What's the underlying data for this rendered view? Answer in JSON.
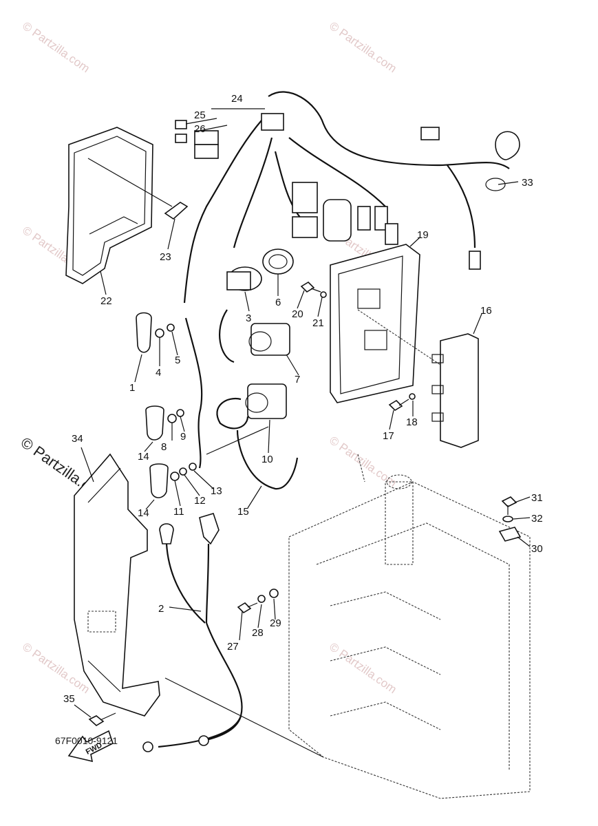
{
  "watermark": {
    "text": "© Partzilla.com",
    "big_text": "© Partzilla.com"
  },
  "diagram_code": "67F0010-9121",
  "fwd_label": "FWD",
  "callouts": {
    "c1": "1",
    "c2": "2",
    "c3": "3",
    "c4": "4",
    "c5": "5",
    "c6": "6",
    "c7": "7",
    "c8": "8",
    "c9": "9",
    "c10": "10",
    "c11": "11",
    "c12": "12",
    "c13": "13",
    "c14a": "14",
    "c14b": "14",
    "c15": "15",
    "c16": "16",
    "c17": "17",
    "c18": "18",
    "c19": "19",
    "c20": "20",
    "c21": "21",
    "c22": "22",
    "c23": "23",
    "c24": "24",
    "c25": "25",
    "c26": "26",
    "c27": "27",
    "c28": "28",
    "c29": "29",
    "c30": "30",
    "c31": "31",
    "c32": "32",
    "c33": "33",
    "c34": "34",
    "c35": "35"
  }
}
